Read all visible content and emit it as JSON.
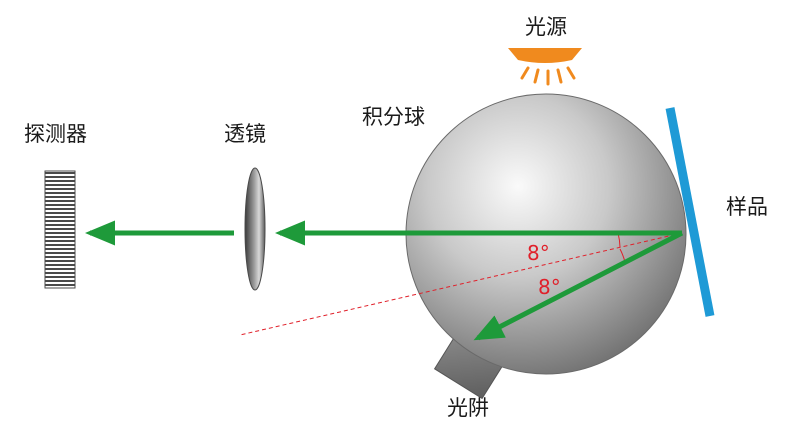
{
  "labels": {
    "light_source": "光源",
    "integrating_sphere": "积分球",
    "lens": "透镜",
    "detector": "探测器",
    "sample": "样品",
    "light_trap": "光阱"
  },
  "angles": {
    "upper": "8°",
    "lower": "8°"
  },
  "colors": {
    "beam": "#1e9a3a",
    "sample": "#1e9ad6",
    "light_source": "#f08a1e",
    "dashed_line": "#e0202a",
    "angle_text": "#e0202a"
  }
}
